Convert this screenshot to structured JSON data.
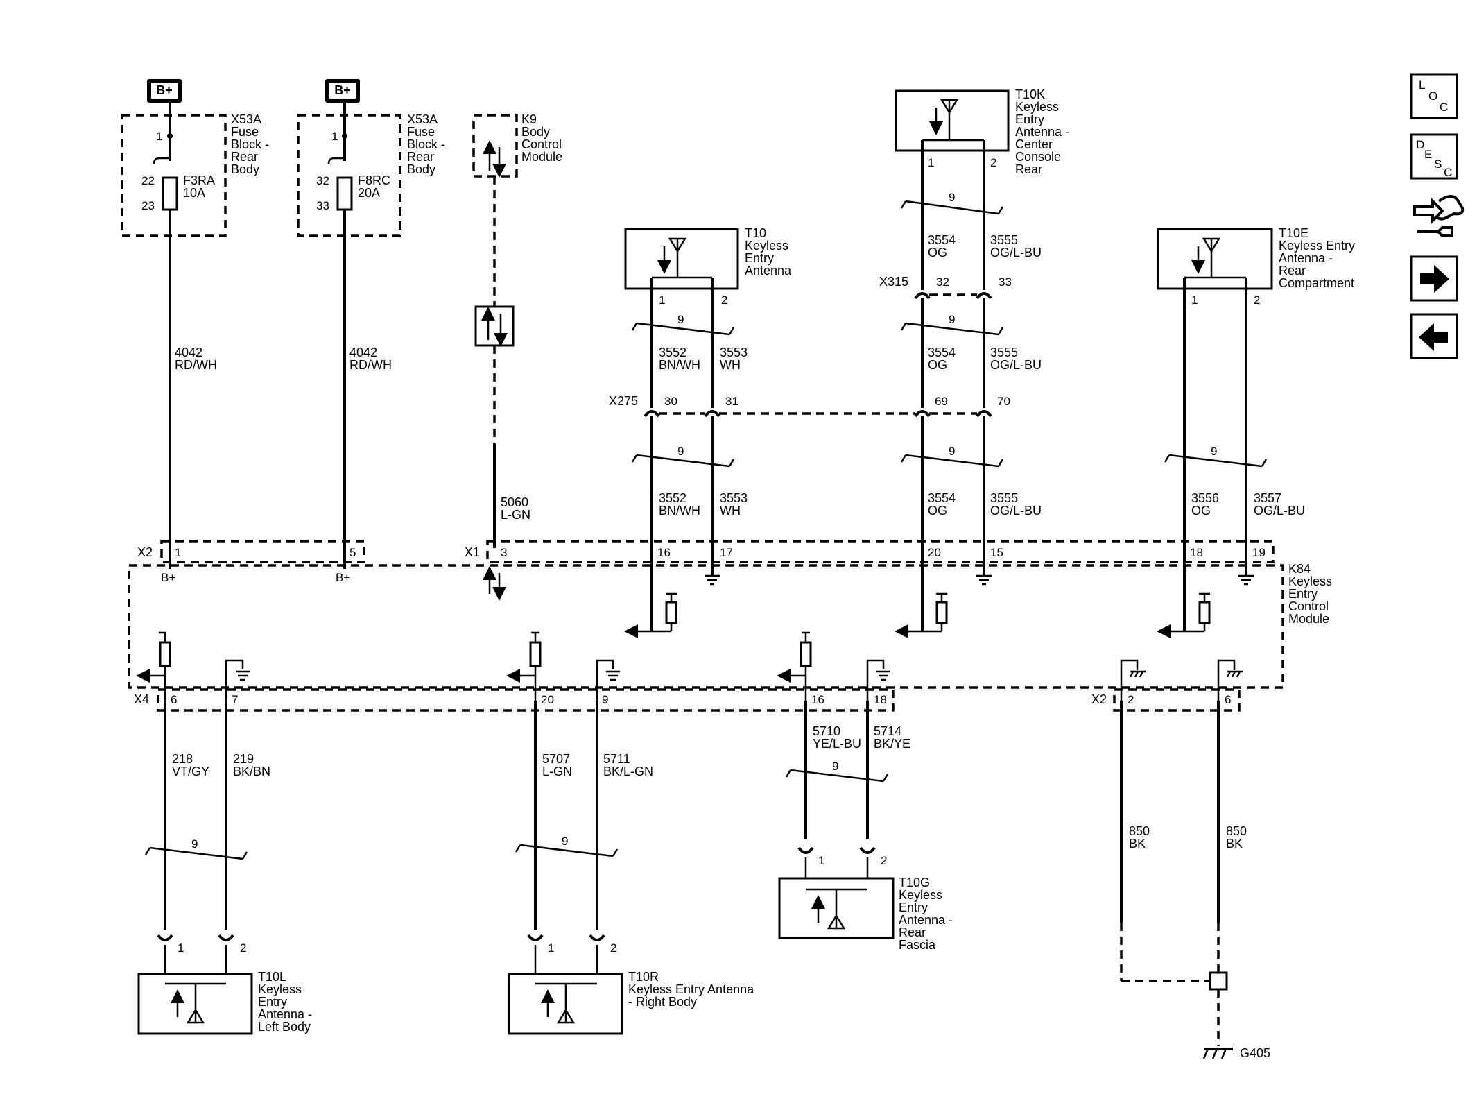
{
  "power": {
    "bplus": "B+"
  },
  "fuse_blocks": [
    {
      "ref": "X53A",
      "name_lines": [
        "Fuse",
        "Block -",
        "Rear",
        "Body"
      ],
      "pin_in": "1",
      "pin_a": "22",
      "pin_b": "23",
      "fuse": "F3RA",
      "rating": "10A",
      "circuit": "4042",
      "color": "RD/WH",
      "x2_pin": "1"
    },
    {
      "ref": "X53A",
      "name_lines": [
        "Fuse",
        "Block -",
        "Rear",
        "Body"
      ],
      "pin_in": "1",
      "pin_a": "32",
      "pin_b": "33",
      "fuse": "F8RC",
      "rating": "20A",
      "circuit": "4042",
      "color": "RD/WH",
      "x2_pin": "5"
    }
  ],
  "bcm": {
    "ref": "K9",
    "name_lines": [
      "Body",
      "Control",
      "Module"
    ],
    "circuit": "5060",
    "color": "L-GN",
    "x1_pin": "3"
  },
  "antennas_top": [
    {
      "ref": "T10",
      "name_lines": [
        "Keyless",
        "Entry",
        "Antenna"
      ],
      "pins": [
        "1",
        "2"
      ]
    },
    {
      "ref": "T10K",
      "name_lines": [
        "Keyless",
        "Entry",
        "Antenna -",
        "Center",
        "Console",
        "Rear"
      ],
      "pins": [
        "1",
        "2"
      ]
    },
    {
      "ref": "T10E",
      "name_lines": [
        "Keyless Entry",
        "Antenna -",
        "Rear",
        "Compartment"
      ],
      "pins": [
        "1",
        "2"
      ]
    }
  ],
  "twist_label": "9",
  "wires": {
    "t10_a": {
      "circuit": "3552",
      "color": "BN/WH"
    },
    "t10_b": {
      "circuit": "3553",
      "color": "WH"
    },
    "t10k_a": {
      "circuit": "3554",
      "color": "OG"
    },
    "t10k_b": {
      "circuit": "3555",
      "color": "OG/L-BU"
    },
    "t10e_a": {
      "circuit": "3556",
      "color": "OG"
    },
    "t10e_b": {
      "circuit": "3557",
      "color": "OG/L-BU"
    },
    "t10l_a": {
      "circuit": "218",
      "color": "VT/GY"
    },
    "t10l_b": {
      "circuit": "219",
      "color": "BK/BN"
    },
    "t10r_a": {
      "circuit": "5707",
      "color": "L-GN"
    },
    "t10r_b": {
      "circuit": "5711",
      "color": "BK/L-GN"
    },
    "t10g_a": {
      "circuit": "5710",
      "color": "YE/L-BU"
    },
    "t10g_b": {
      "circuit": "5714",
      "color": "BK/YE"
    },
    "gnd_a": {
      "circuit": "850",
      "color": "BK"
    },
    "gnd_b": {
      "circuit": "850",
      "color": "BK"
    }
  },
  "connectors": {
    "x315": {
      "ref": "X315",
      "pins": [
        "32",
        "33"
      ]
    },
    "x275": {
      "ref": "X275",
      "pins": [
        "30",
        "31",
        "69",
        "70"
      ]
    },
    "x2_top": {
      "ref": "X2"
    },
    "x1_top": {
      "ref": "X1",
      "pins": [
        "16",
        "17",
        "20",
        "15",
        "18",
        "19"
      ]
    },
    "x4": {
      "ref": "X4",
      "pins": [
        "6",
        "7",
        "20",
        "9",
        "16",
        "18"
      ]
    },
    "x2_bottom": {
      "ref": "X2",
      "pins": [
        "2",
        "6"
      ]
    }
  },
  "module": {
    "ref": "K84",
    "name_lines": [
      "Keyless",
      "Entry",
      "Control",
      "Module"
    ],
    "bplus_a": "B+",
    "bplus_b": "B+"
  },
  "antennas_bottom": [
    {
      "ref": "T10L",
      "name_lines": [
        "Keyless",
        "Entry",
        "Antenna -",
        "Left Body"
      ],
      "pins": [
        "1",
        "2"
      ]
    },
    {
      "ref": "T10R",
      "name_lines": [
        "Keyless Entry Antenna",
        "- Right Body"
      ],
      "pins": [
        "1",
        "2"
      ]
    },
    {
      "ref": "T10G",
      "name_lines": [
        "Keyless",
        "Entry",
        "Antenna -",
        "Rear",
        "Fascia"
      ],
      "pins": [
        "1",
        "2"
      ]
    }
  ],
  "ground": {
    "ref": "G405"
  },
  "nav": {
    "loc": [
      "L",
      "O",
      "C"
    ],
    "desc": [
      "D",
      "E",
      "S",
      "C"
    ],
    "icons": [
      "connector-icon",
      "next-arrow-icon",
      "previous-arrow-icon"
    ]
  }
}
